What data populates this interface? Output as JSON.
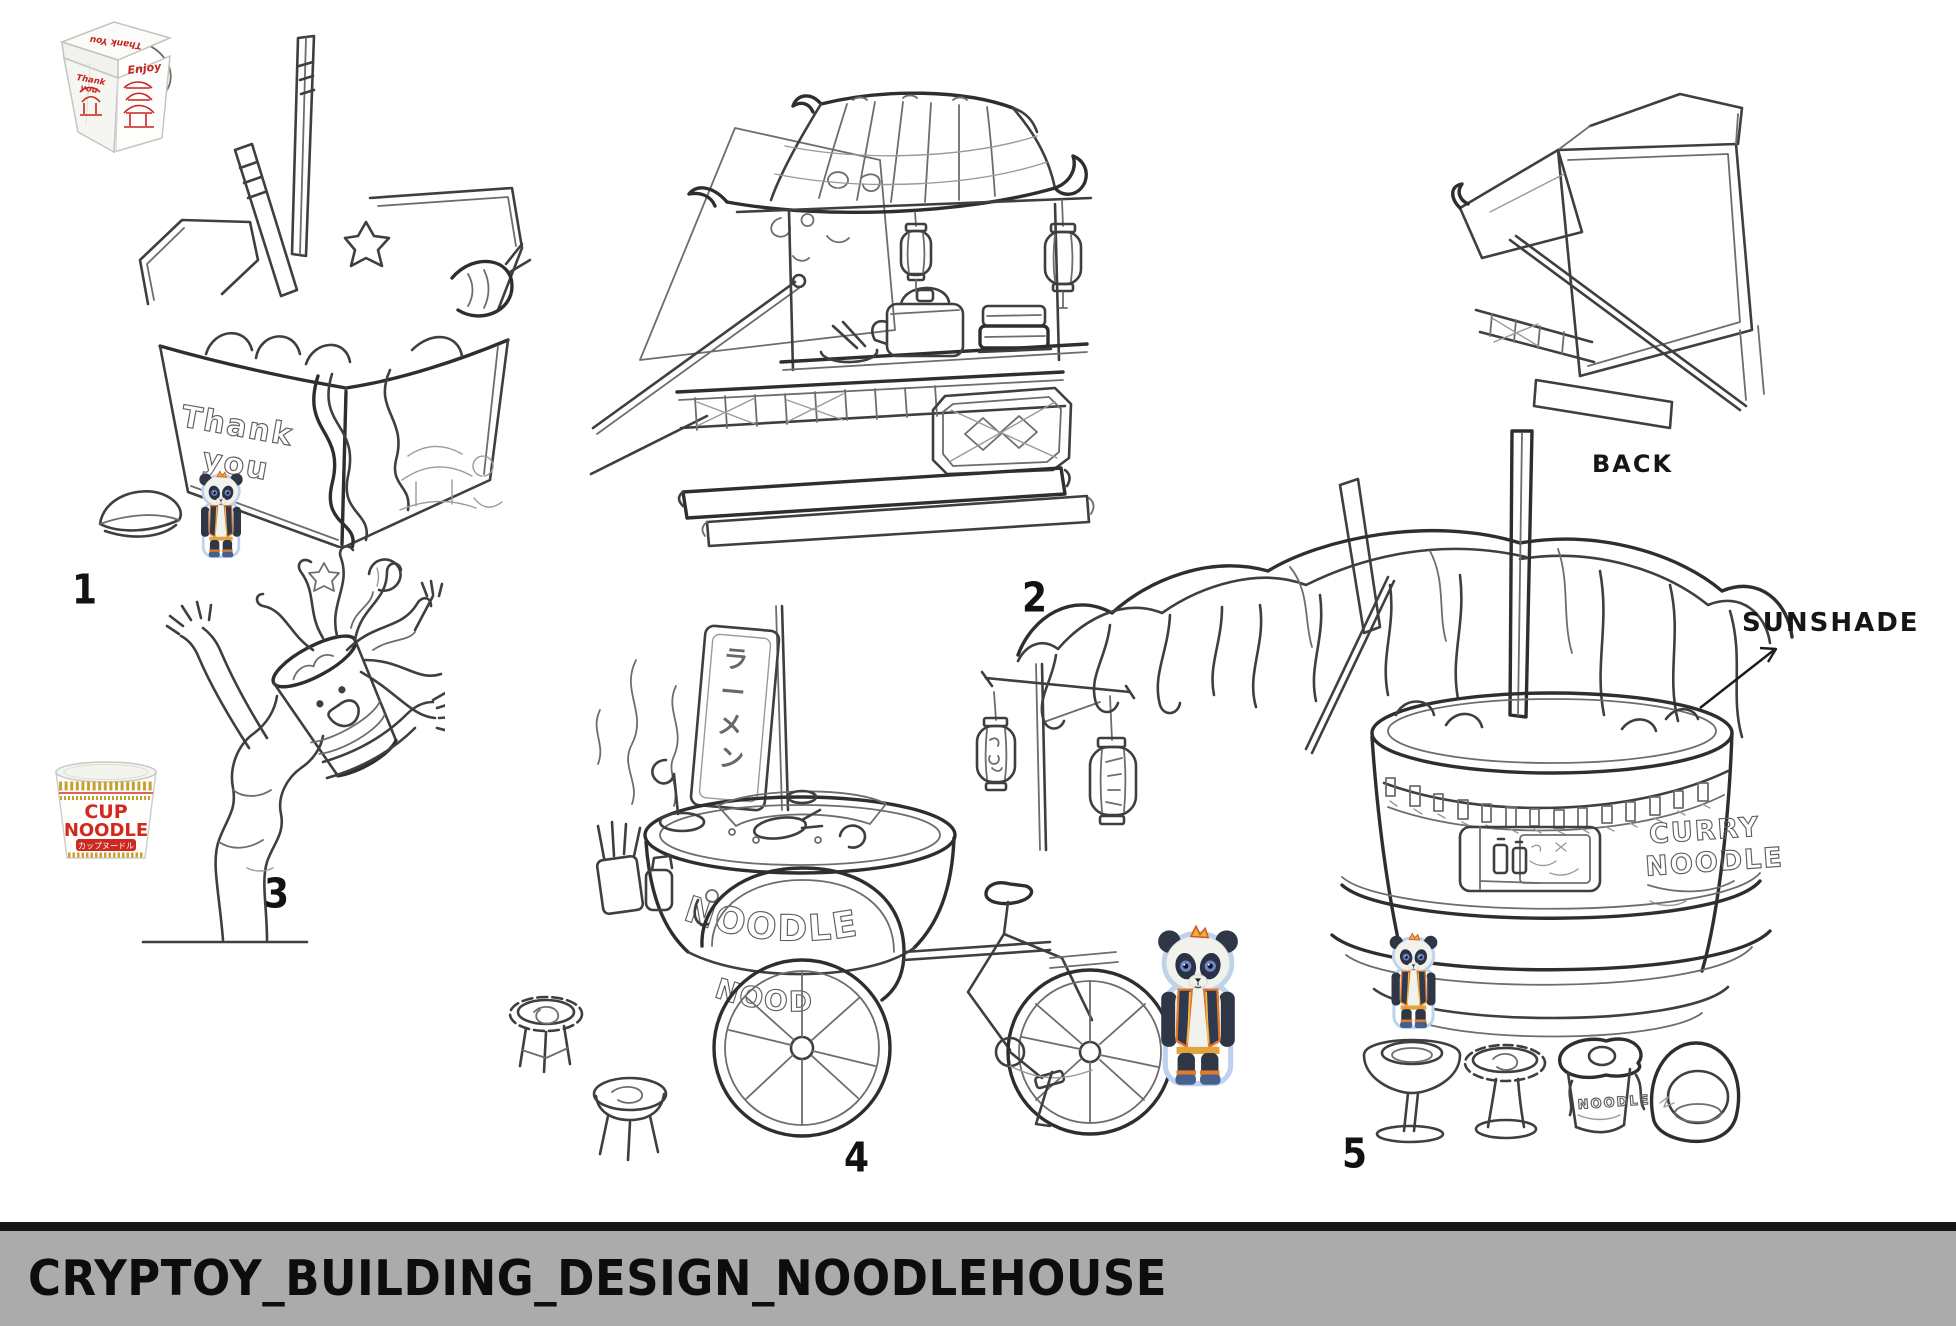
{
  "footer": {
    "title": "CRYPTOY_BUILDING_DESIGN_NOODLEHOUSE",
    "bar_color": "#ababab",
    "border_color": "#161616",
    "text_color": "#0d0d0d"
  },
  "labels": {
    "back": "BACK",
    "sunshade": "SUNSHADE"
  },
  "numbers": {
    "n1": "1",
    "n2": "2",
    "n3": "3",
    "n4": "4",
    "n5": "5"
  },
  "references": {
    "takeout_box_photo": {
      "lid_text": "Thank You",
      "side_text_line1": "Thank",
      "side_text_line2": "you",
      "front_text": "Enjoy",
      "print_color": "#c5241e"
    },
    "cup_noodle_photo": {
      "brand_line1": "CUP",
      "brand_line2": "NOODLE",
      "jp_band_text": "カップヌードル",
      "red": "#cc2a20",
      "gold": "#c9a133"
    },
    "panda_figurine_colors": {
      "vest": "#e07b28",
      "suit": "#2f3646",
      "sticker_outline": "#bcd2ee"
    }
  },
  "sketches": {
    "takeout_building": {
      "side_text_line1": "Thank",
      "side_text_line2": "you"
    },
    "noodle_cart": {
      "pot_text": "NOODLE",
      "pot_text_lower": "NOOD",
      "sign_chars": [
        "ラ",
        "ー",
        "メ",
        "ン"
      ]
    },
    "cup_tower": {
      "sign_line1": "CURRY",
      "sign_line2": "NOODLE",
      "stool_cup_text": "NOODLE"
    }
  }
}
